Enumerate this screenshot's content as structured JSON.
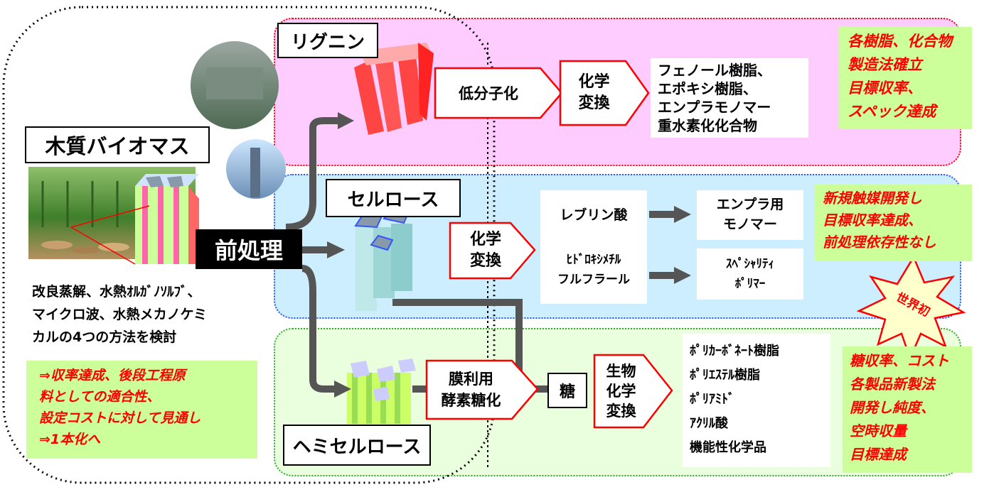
{
  "left": {
    "title": "木質バイオマス",
    "methods": "改良蒸解、水熱ｵﾙｶﾞﾉｿﾙﾌﾞ、\nマイクロ波、水熱メカノケミ\nカルの4つの方法を検討",
    "result": "⇒収率達成、後段工程原\n料としての適合性、\n設定コストに対して見通し\n⇒1本化へ"
  },
  "pretreatment": "前処理",
  "lignin": {
    "label": "リグニン",
    "step1": "低分子化",
    "step2": "化学\n変換",
    "products": "フェノール樹脂、\nエポキシ樹脂、\nエンプラモノマー\n重水素化化合物",
    "result": "各樹脂、化合物\n製造法確立\n目標収率、\nスペック達成"
  },
  "cellulose": {
    "label": "セルロース",
    "step1": "化学\n変換",
    "inter1": "レブリン酸",
    "inter2": "ﾋﾄﾞﾛｷｼﾒﾁﾙ\nフルフラール",
    "product1": "エンプラ用\nモノマー",
    "product2": "ｽﾍﾟｼｬﾘﾃｨ\nﾎﾟﾘﾏｰ",
    "result": "新規触媒開発し\n目標収率達成、\n前処理依存性なし",
    "burst": "世界初"
  },
  "hemicellulose": {
    "label": "ヘミセルロース",
    "step1": "膜利用\n酵素糖化",
    "sugar": "糖",
    "step2": "生物\n化学\n変換",
    "products": "ﾎﾟﾘｶｰﾎﾞﾈｰﾄ樹脂\nﾎﾟﾘｴｽﾃﾙ樹脂\nﾎﾟﾘｱﾐﾄﾞ\nｱｸﾘﾙ酸\n機能性化学品",
    "result": "糖収率、コスト\n各製品新製法\n開発し純度、\n空時収量\n目標達成"
  },
  "colors": {
    "lignin_band": "#ffccff",
    "lignin_border": "#ff0000",
    "cellulose_band": "#cceeff",
    "cellulose_border": "#3355ff",
    "hemi_band": "#eaffdd",
    "hemi_border": "#33aa33",
    "result_bg": "#ccff99",
    "result_text": "#ff0000",
    "arrow": "#555555"
  }
}
